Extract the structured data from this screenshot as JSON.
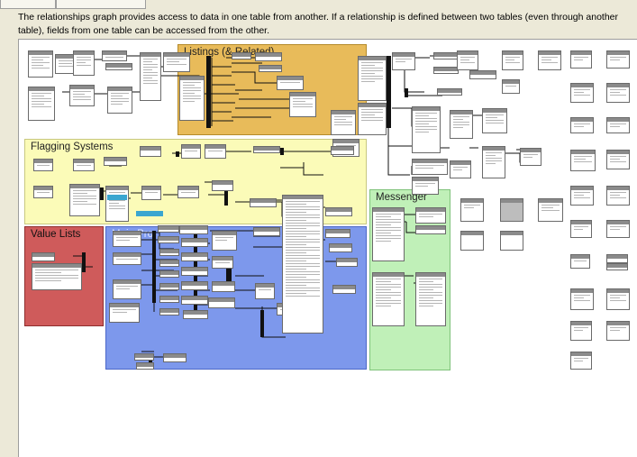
{
  "tabs": [
    "",
    ""
  ],
  "description": "The relationships graph provides access to data in one table from another. If a relationship is defined between two tables (even through another table), fields from one table can be accessed from the other.",
  "groups": {
    "listings": "Listings (& Related)",
    "flagging": "Flagging Systems",
    "value_lists": "Value Lists",
    "blue": "Main Pro",
    "messenger": "Messenger"
  },
  "colors": {
    "listings": "#e8bb5a",
    "flagging": "#fbfbb8",
    "value_lists": "#cf5b5b",
    "blue": "#7d98ec",
    "messenger": "#c0f0b8",
    "canvas": "#ffffff",
    "window": "#ece9d8"
  }
}
